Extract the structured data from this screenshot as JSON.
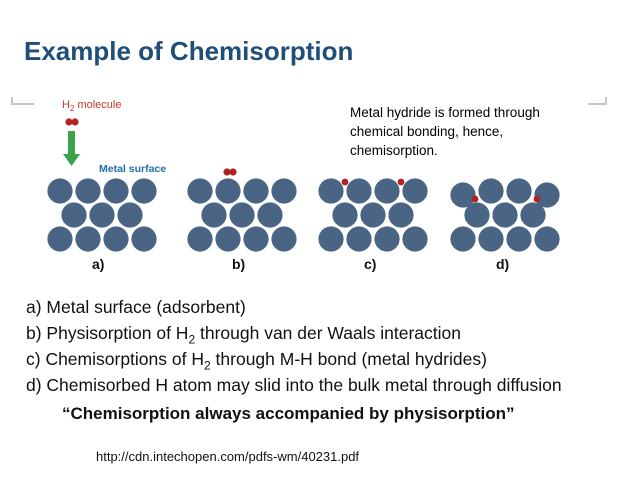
{
  "slide": {
    "title": "Example of Chemisorption",
    "h2_label": "H",
    "h2_label_sub": "2",
    "h2_label_suffix": " molecule",
    "surface_label": "Metal surface",
    "note": "Metal hydride is formed through chemical bonding, hence, chemisorption.",
    "panel_labels": [
      "a)",
      "b)",
      "c)",
      "d)"
    ],
    "captions": [
      {
        "pre": "a) Metal surface (adsorbent)",
        "sub": "",
        "post": ""
      },
      {
        "pre": "b) Physisorption of H",
        "sub": "2",
        "post": " through van der Waals interaction"
      },
      {
        "pre": "c) Chemisorptions of H",
        "sub": "2",
        "post": " through M-H bond (metal hydrides)"
      },
      {
        "pre": "d) Chemisorbed H atom may slid into the bulk metal through diffusion",
        "sub": "",
        "post": ""
      }
    ],
    "quote": "“Chemisorption always accompanied by physisorption”",
    "source": "http://cdn.intechopen.com/pdfs-wm/40231.pdf"
  },
  "colors": {
    "title": "#1f4e79",
    "metal_atom": "#4a6584",
    "hydrogen_atom": "#b22222",
    "arrow": "#3aa24a",
    "surface_label": "#1f6fa8"
  }
}
